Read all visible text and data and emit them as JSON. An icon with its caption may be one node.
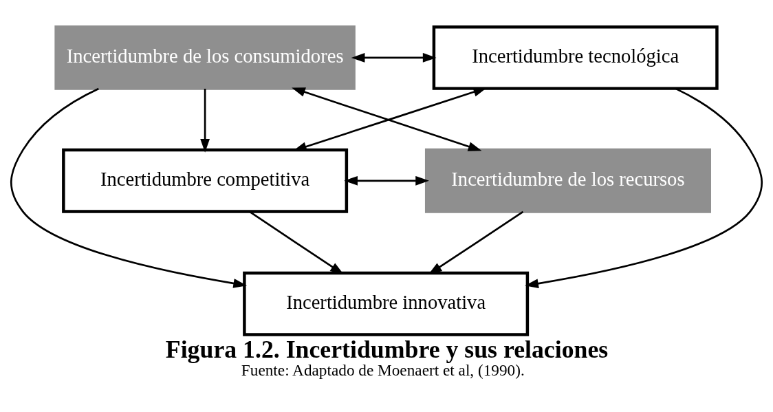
{
  "diagram": {
    "title": "Figura 1.2. Incertidumbre y sus relaciones",
    "caption": "Fuente: Adaptado de Moenaert et al, (1990).",
    "nodes": [
      {
        "text": [
          "Incertidumbre de los consumidores"
        ]
      },
      {
        "text": [
          "Incertidumbre tecnológica"
        ]
      },
      {
        "text": [
          "Incertidumbre competitiva"
        ]
      },
      {
        "text": [
          "Incertidumbre de los recursos"
        ]
      },
      {
        "text": [
          "Incertidumbre innovativa"
        ]
      }
    ],
    "edges": [
      {
        "from": 0,
        "to": 1,
        "arrow": "both"
      },
      {
        "from": 0,
        "to": 2,
        "arrow": "to"
      },
      {
        "from": 0,
        "to": 3,
        "arrow": "both"
      },
      {
        "from": 1,
        "to": 2,
        "arrow": "both"
      },
      {
        "from": 2,
        "to": 3,
        "arrow": "both"
      },
      {
        "from": 0,
        "to": 4,
        "arrow": "to"
      },
      {
        "from": 2,
        "to": 4,
        "arrow": "to"
      },
      {
        "from": 1,
        "to": 4,
        "arrow": "to"
      },
      {
        "from": 3,
        "to": 4,
        "arrow": "to"
      }
    ]
  }
}
